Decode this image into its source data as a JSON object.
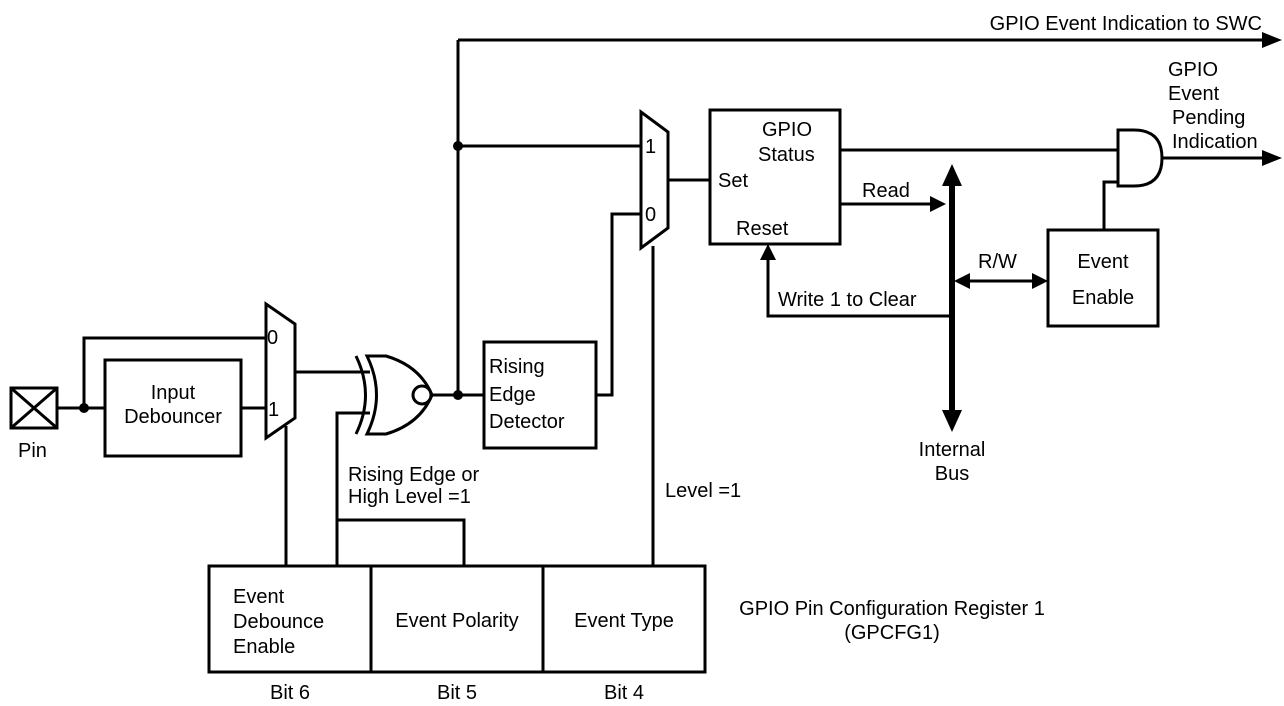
{
  "pin": {
    "label": "Pin"
  },
  "debouncer": {
    "line1": "Input",
    "line2": "Debouncer"
  },
  "mux_debounce": {
    "in0": "0",
    "in1": "1"
  },
  "edge_detector": {
    "line1": "Rising",
    "line2": "Edge",
    "line3": "Detector"
  },
  "mux_type": {
    "in1": "1",
    "in0": "0"
  },
  "status_block": {
    "title1": "GPIO",
    "title2": "Status",
    "set": "Set",
    "reset": "Reset"
  },
  "signals": {
    "swc_indication": "GPIO Event Indication to SWC",
    "pending_1": "GPIO",
    "pending_2": "Event",
    "pending_3": "Pending",
    "pending_4": "Indication",
    "read": "Read",
    "rw": "R/W",
    "write1clear": "Write 1 to Clear",
    "rising_1": "Rising Edge or",
    "rising_2": "High Level =1",
    "level": "Level =1"
  },
  "internal_bus": {
    "line1": "Internal",
    "line2": "Bus"
  },
  "event_enable": {
    "line1": "Event",
    "line2": "Enable"
  },
  "register": {
    "fields": [
      {
        "lines": [
          "Event",
          "Debounce",
          "Enable"
        ],
        "bit": "Bit 6"
      },
      {
        "lines": [
          "Event Polarity"
        ],
        "bit": "Bit 5"
      },
      {
        "lines": [
          "Event Type"
        ],
        "bit": "Bit 4"
      }
    ],
    "name_1": "GPIO Pin Configuration Register 1",
    "name_2": "(GPCFG1)"
  }
}
